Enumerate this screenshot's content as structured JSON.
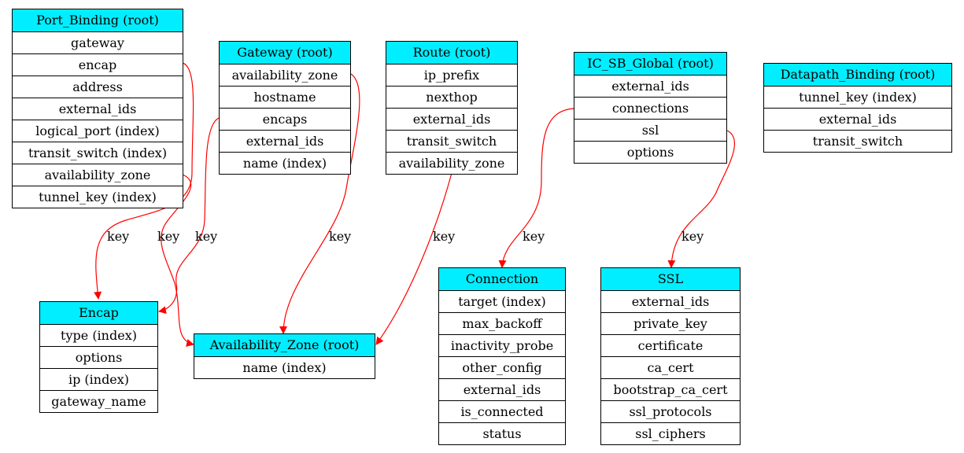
{
  "colors": {
    "header": "#00eeff",
    "edge": "#ff0000",
    "border": "#000000"
  },
  "tables": {
    "port_binding": {
      "title": "Port_Binding (root)",
      "fields": [
        "gateway",
        "encap",
        "address",
        "external_ids",
        "logical_port (index)",
        "transit_switch (index)",
        "availability_zone",
        "tunnel_key (index)"
      ]
    },
    "gateway": {
      "title": "Gateway (root)",
      "fields": [
        "availability_zone",
        "hostname",
        "encaps",
        "external_ids",
        "name (index)"
      ]
    },
    "route": {
      "title": "Route (root)",
      "fields": [
        "ip_prefix",
        "nexthop",
        "external_ids",
        "transit_switch",
        "availability_zone"
      ]
    },
    "ic_sb_global": {
      "title": "IC_SB_Global (root)",
      "fields": [
        "external_ids",
        "connections",
        "ssl",
        "options"
      ]
    },
    "datapath_binding": {
      "title": "Datapath_Binding (root)",
      "fields": [
        "tunnel_key (index)",
        "external_ids",
        "transit_switch"
      ]
    },
    "encap": {
      "title": "Encap",
      "fields": [
        "type (index)",
        "options",
        "ip (index)",
        "gateway_name"
      ]
    },
    "availability_zone": {
      "title": "Availability_Zone (root)",
      "fields": [
        "name (index)"
      ]
    },
    "connection": {
      "title": "Connection",
      "fields": [
        "target (index)",
        "max_backoff",
        "inactivity_probe",
        "other_config",
        "external_ids",
        "is_connected",
        "status"
      ]
    },
    "ssl": {
      "title": "SSL",
      "fields": [
        "external_ids",
        "private_key",
        "certificate",
        "ca_cert",
        "bootstrap_ca_cert",
        "ssl_protocols",
        "ssl_ciphers"
      ]
    }
  },
  "edges": [
    {
      "from": "Port_Binding.encap",
      "to": "Encap",
      "label": "key"
    },
    {
      "from": "Port_Binding.availability_zone",
      "to": "Availability_Zone",
      "label": "key"
    },
    {
      "from": "Gateway.encaps",
      "to": "Encap",
      "label": "key"
    },
    {
      "from": "Gateway.availability_zone",
      "to": "Availability_Zone",
      "label": "key"
    },
    {
      "from": "Route.availability_zone",
      "to": "Availability_Zone",
      "label": "key"
    },
    {
      "from": "IC_SB_Global.connections",
      "to": "Connection",
      "label": "key"
    },
    {
      "from": "IC_SB_Global.ssl",
      "to": "SSL",
      "label": "key"
    }
  ]
}
